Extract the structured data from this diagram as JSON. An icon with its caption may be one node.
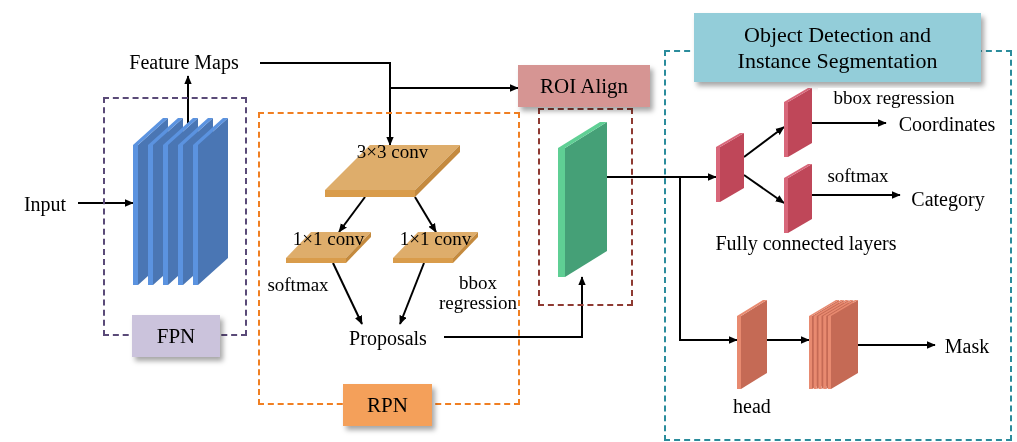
{
  "diagram": {
    "nodes": [
      {
        "text": [
          "FPN"
        ]
      },
      {
        "text": [],
        "shape": "box",
        "in": 0
      },
      {
        "text": [
          "Input"
        ]
      },
      {
        "text": [
          "Feature Maps"
        ]
      },
      {
        "text": [
          "RPN"
        ]
      },
      {
        "text": [
          "3×3 conv"
        ],
        "in": 4
      },
      {
        "text": [
          "1×1 conv"
        ],
        "in": 4
      },
      {
        "text": [
          "1×1 conv"
        ],
        "in": 4
      },
      {
        "text": [
          "Proposals"
        ],
        "in": 4
      },
      {
        "text": [
          "ROI Align"
        ]
      },
      {
        "text": [],
        "shape": "box",
        "in": 9
      },
      {
        "text": [
          "Object Detection and Instance Segmentation"
        ]
      },
      {
        "text": [],
        "shape": "box",
        "in": 11
      },
      {
        "text": [],
        "shape": "box",
        "in": 11
      },
      {
        "text": [],
        "shape": "box",
        "in": 11
      },
      {
        "text": [
          "Coordinates"
        ],
        "in": 11
      },
      {
        "text": [
          "Category"
        ],
        "in": 11
      },
      {
        "text": [],
        "shape": "box",
        "in": 11,
        "beside": [
          "head"
        ]
      },
      {
        "text": [],
        "shape": "box",
        "in": 11
      },
      {
        "text": [
          "Mask"
        ],
        "in": 11
      }
    ],
    "edges": [
      {
        "from": 2,
        "to": 1,
        "arrow": "to"
      },
      {
        "from": 1,
        "to": 3,
        "arrow": "to"
      },
      {
        "from": 3,
        "to": 5,
        "arrow": "to"
      },
      {
        "from": 3,
        "to": 9,
        "arrow": "to"
      },
      {
        "from": 5,
        "to": 6,
        "arrow": "to"
      },
      {
        "from": 5,
        "to": 7,
        "arrow": "to"
      },
      {
        "from": 6,
        "to": 8,
        "arrow": "to",
        "label": "softmax"
      },
      {
        "from": 7,
        "to": 8,
        "arrow": "to",
        "label": "bbox regression"
      },
      {
        "from": 8,
        "to": 10,
        "arrow": "to"
      },
      {
        "from": 10,
        "to": 12,
        "arrow": "to"
      },
      {
        "from": 10,
        "to": 17,
        "arrow": "to"
      },
      {
        "from": 12,
        "to": 13,
        "arrow": "to"
      },
      {
        "from": 12,
        "to": 14,
        "arrow": "to"
      },
      {
        "from": 13,
        "to": 15,
        "arrow": "to",
        "label": "bbox regression"
      },
      {
        "from": 14,
        "to": 16,
        "arrow": "to",
        "label": "softmax"
      },
      {
        "from": 17,
        "to": 18,
        "arrow": "to"
      },
      {
        "from": 18,
        "to": 19,
        "arrow": "to"
      }
    ],
    "labels": [
      "Fully connected layers"
    ]
  }
}
